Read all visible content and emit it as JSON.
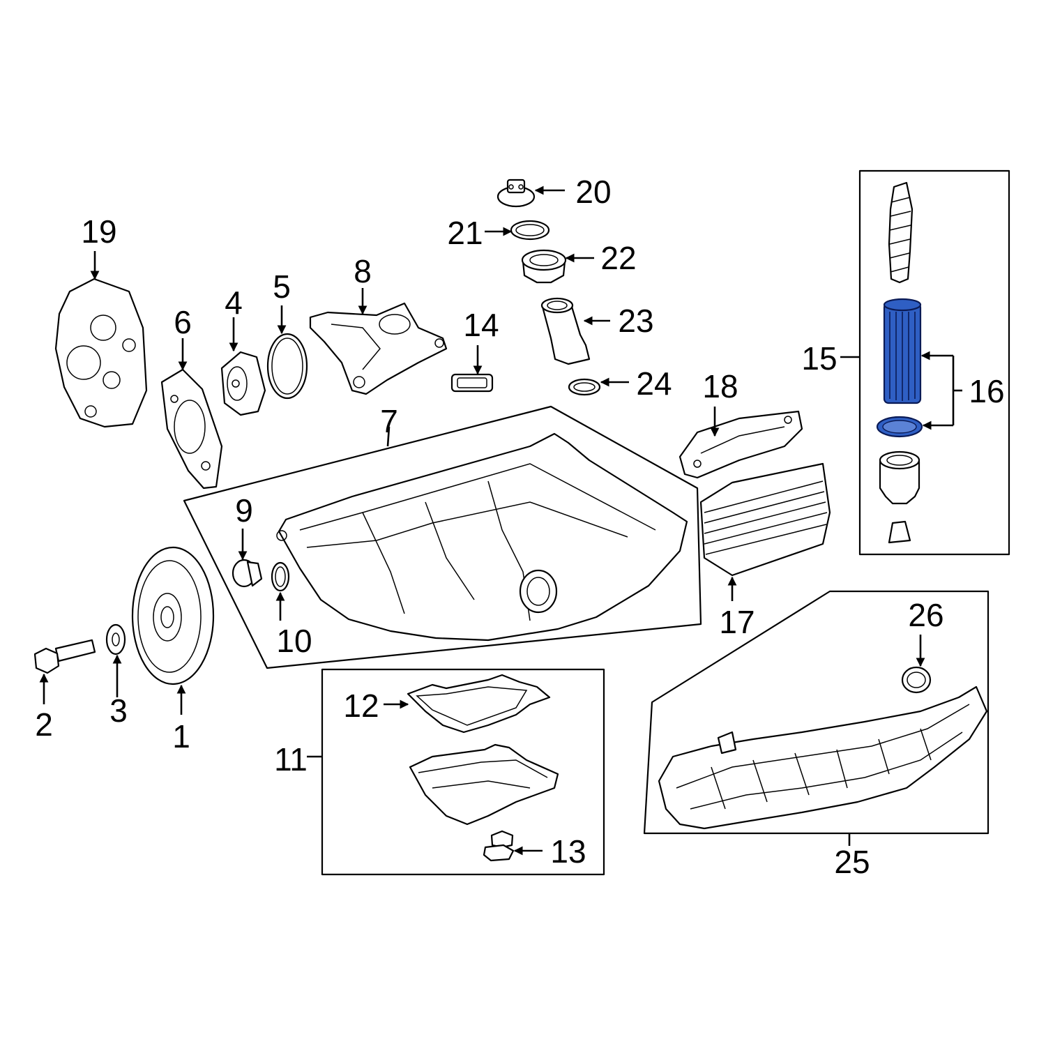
{
  "callouts": {
    "c1": "1",
    "c2": "2",
    "c3": "3",
    "c4": "4",
    "c5": "5",
    "c6": "6",
    "c7": "7",
    "c8": "8",
    "c9": "9",
    "c10": "10",
    "c11": "11",
    "c12": "12",
    "c13": "13",
    "c14": "14",
    "c15": "15",
    "c16": "16",
    "c17": "17",
    "c18": "18",
    "c19": "19",
    "c20": "20",
    "c21": "21",
    "c22": "22",
    "c23": "23",
    "c24": "24",
    "c25": "25",
    "c26": "26"
  },
  "highlight": {
    "parts": [
      "16"
    ],
    "color": "#2f5fc4"
  }
}
